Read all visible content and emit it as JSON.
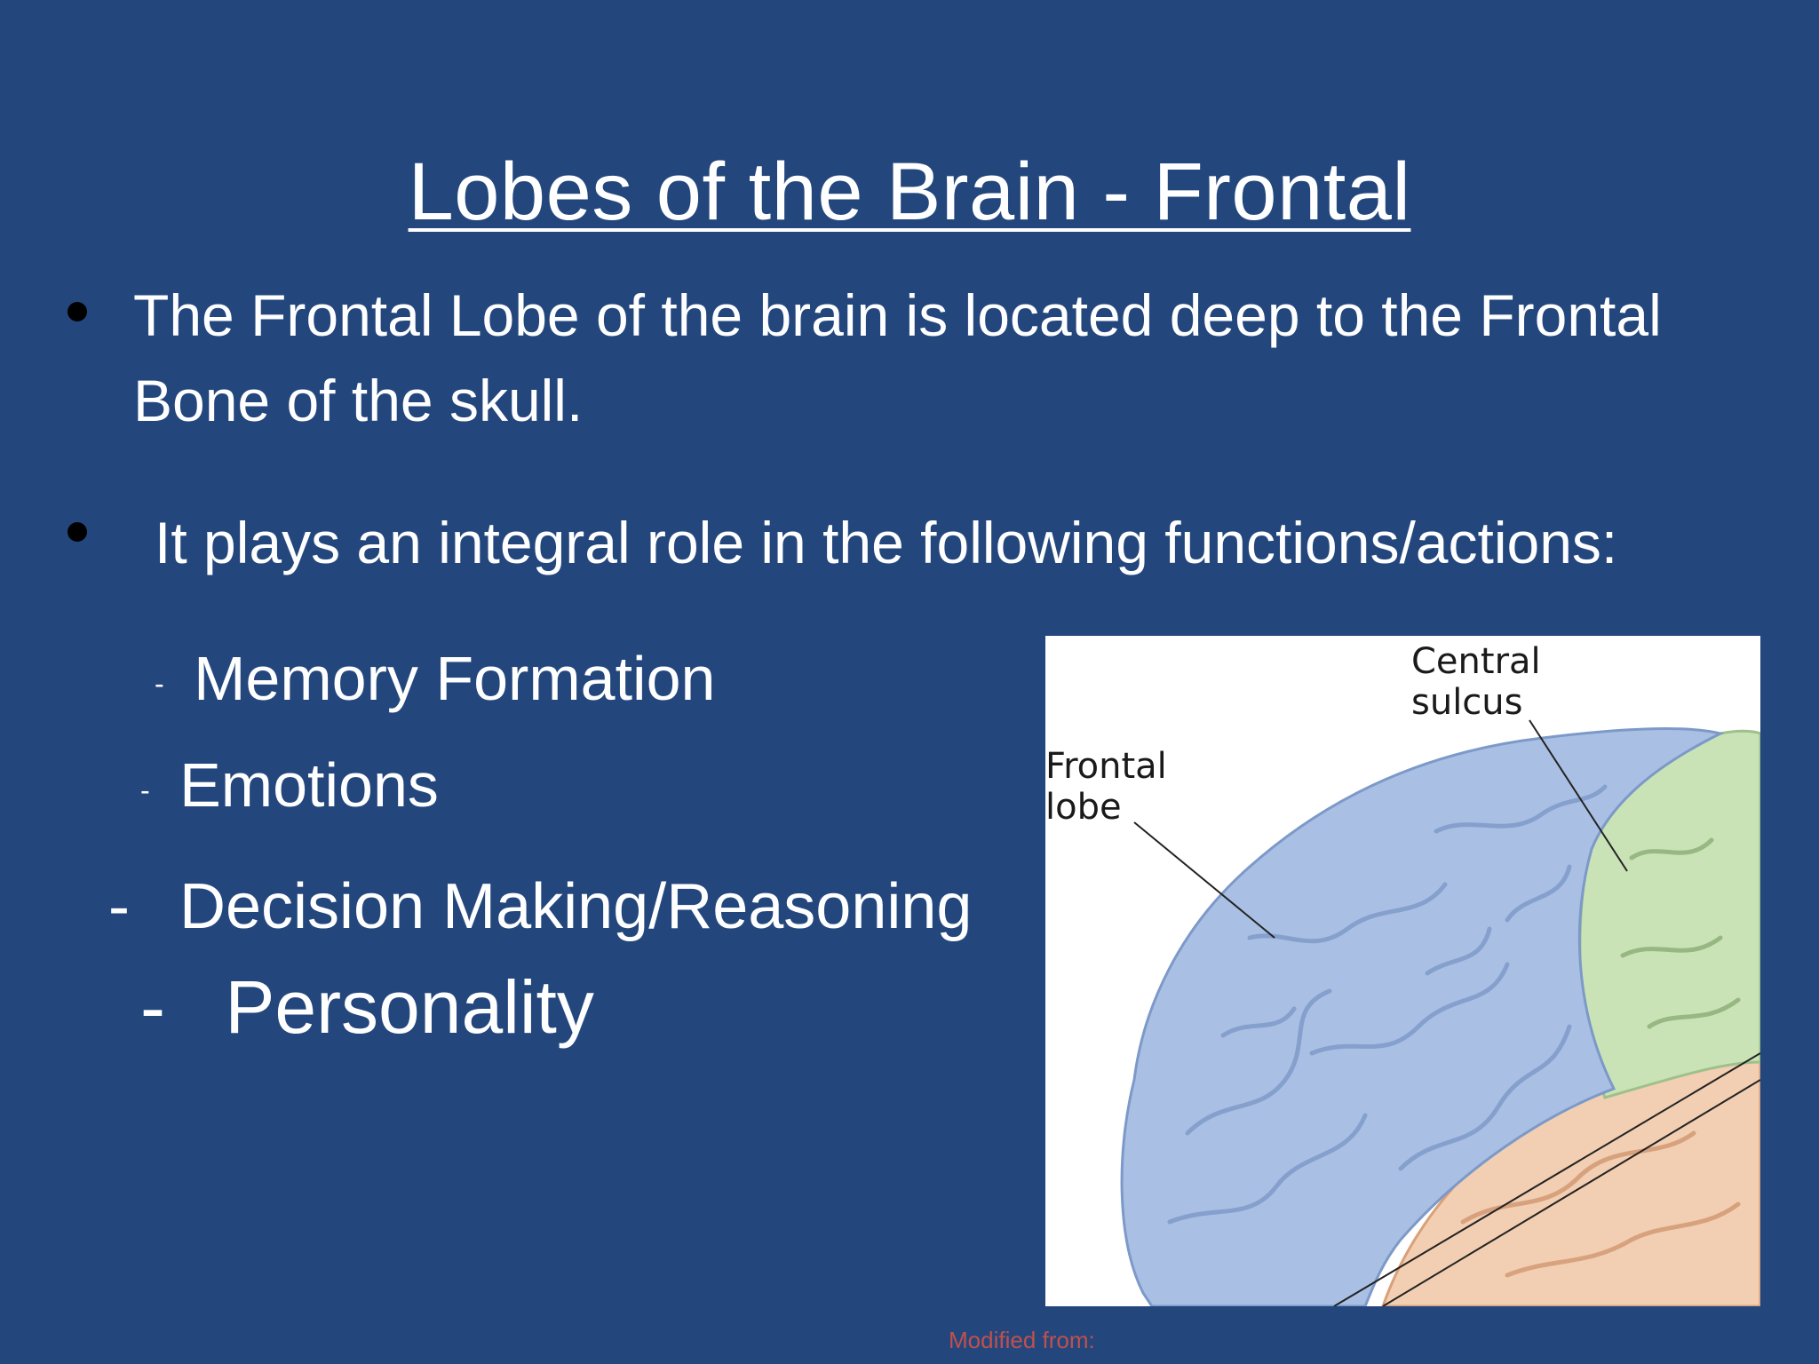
{
  "title": "Lobes of the Brain - Frontal",
  "bullets": [
    "The Frontal Lobe of the brain is located deep to the Frontal Bone of the skull.",
    "It plays an integral role in the following functions/actions:"
  ],
  "functions": [
    {
      "dash": "-",
      "label": "Memory Formation"
    },
    {
      "dash": "-",
      "label": "Emotions"
    },
    {
      "dash": "-",
      "label": "Decision Making/Reasoning"
    },
    {
      "dash": "-",
      "label": "Personality"
    }
  ],
  "figure": {
    "labels": {
      "central_sulcus": "Central sulcus",
      "frontal_lobe": "Frontal lobe"
    },
    "colors": {
      "frontal_lobe": "#a9c0e4",
      "parietal_lobe": "#c9e3b6",
      "temporal_lobe": "#f2cfb2"
    }
  },
  "credit": "Modified from:",
  "theme": {
    "background": "#23477d",
    "text": "#ffffff",
    "credit_color": "#c0504d"
  }
}
